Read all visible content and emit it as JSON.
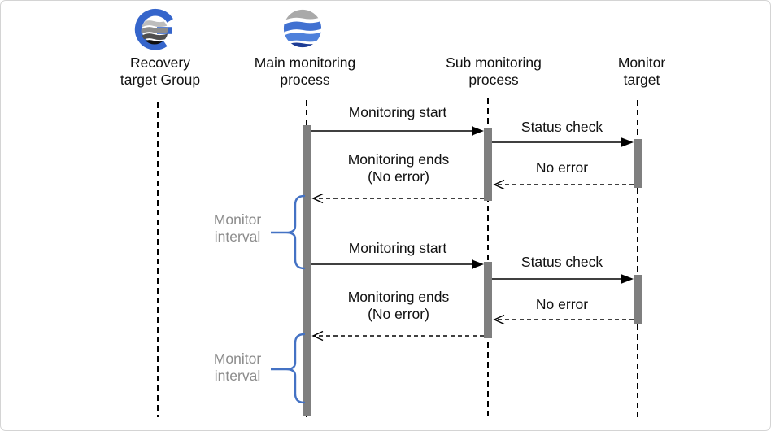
{
  "diagram_type": "sequence-diagram",
  "lifelines": [
    {
      "name": "recovery-target-group",
      "label": "Recovery\ntarget Group",
      "icon": "g-globe-icon"
    },
    {
      "name": "main-monitoring-process",
      "label": "Main monitoring\nprocess",
      "icon": "wave-sphere-icon"
    },
    {
      "name": "sub-monitoring-process",
      "label": "Sub monitoring\nprocess",
      "icon": null
    },
    {
      "name": "monitor-target",
      "label": "Monitor\ntarget",
      "icon": null
    }
  ],
  "messages": [
    {
      "label": "Monitoring start",
      "from": "main-monitoring-process",
      "to": "sub-monitoring-process",
      "style": "solid"
    },
    {
      "label": "Status check",
      "from": "sub-monitoring-process",
      "to": "monitor-target",
      "style": "solid"
    },
    {
      "label": "No error",
      "from": "monitor-target",
      "to": "sub-monitoring-process",
      "style": "dashed"
    },
    {
      "label": "Monitoring ends\n(No error)",
      "from": "sub-monitoring-process",
      "to": "main-monitoring-process",
      "style": "dashed"
    },
    {
      "label": "Monitoring start",
      "from": "main-monitoring-process",
      "to": "sub-monitoring-process",
      "style": "solid"
    },
    {
      "label": "Status check",
      "from": "sub-monitoring-process",
      "to": "monitor-target",
      "style": "solid"
    },
    {
      "label": "No error",
      "from": "monitor-target",
      "to": "sub-monitoring-process",
      "style": "dashed"
    },
    {
      "label": "Monitoring ends\n(No error)",
      "from": "sub-monitoring-process",
      "to": "main-monitoring-process",
      "style": "dashed"
    }
  ],
  "annotations": [
    {
      "label": "Monitor\ninterval"
    },
    {
      "label": "Monitor\ninterval"
    }
  ],
  "colors": {
    "activation_gray": "#7f7f7f",
    "brace_blue": "#4472c4",
    "annotation_gray": "#8c8c8c",
    "line_black": "#000000",
    "frame_border": "#d4d4d4",
    "icon_g_blue": "#3565cb",
    "icon_wave_gray": "#a9a9a9",
    "icon_wave_blue1": "#4171d1",
    "icon_wave_blue2": "#4f81db",
    "icon_wave_navy": "#1d3c95",
    "icon_sphere_gray1": "#bdbdbd",
    "icon_sphere_gray2": "#8c8c8c",
    "icon_sphere_gray3": "#4f4f4f",
    "icon_sphere_black": "#101010"
  }
}
